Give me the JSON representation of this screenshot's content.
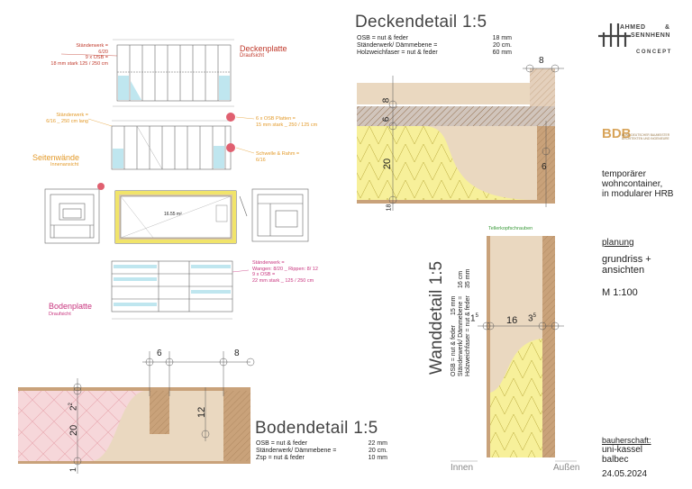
{
  "deckenplatte": {
    "title": "Deckenplatte",
    "subtitle": "Draufsicht",
    "note_lines": [
      "Ständerwerk =",
      "6/20",
      "9 x OSB =",
      "18 mm stark 125 / 250 cm"
    ]
  },
  "seitenwaende": {
    "title": "Seitenwände",
    "subtitle": "Innenansicht",
    "note_left": [
      "Ständerwerk =",
      "6/16 _ 250 cm lang"
    ],
    "note_right_1": [
      "6 x OSB Platten =",
      "15 mm  stark _ 250 / 125 cm"
    ],
    "note_right_2": [
      "Schwelle & Rahm =",
      "6/16"
    ]
  },
  "grundriss": {
    "area_label": "16.55 m²"
  },
  "bodenplatte": {
    "title": "Bodenplatte",
    "subtitle": "Draufsicht",
    "note_lines": [
      "Ständerwerk =",
      "Wangen: 8/20 _ Rippen: 8/ 12",
      "9 x OSB =",
      "22 mm stark _ 125 / 250 cm"
    ]
  },
  "deckendetail": {
    "title": "Deckendetail 1:5",
    "specs": [
      {
        "label": "OSB = nut & feder",
        "value": "18 mm"
      },
      {
        "label": "Ständerwerk/ Dämmebene =",
        "value": "20 cm."
      },
      {
        "label": "Holzweichfaser =  nut & feder",
        "value": "60 mm"
      }
    ],
    "dims": {
      "top": "8",
      "a": "8",
      "b": "6",
      "c": "20",
      "d": "6",
      "bottom": "18"
    }
  },
  "wanddetail": {
    "title": "Wanddetail 1:5",
    "specs": [
      {
        "label": "OSB = nut & feder",
        "value": "15 mm"
      },
      {
        "label": "Ständerwerk/ Dämmebene =",
        "value": "16 cm"
      },
      {
        "label": "Holzweichfaser = nut & feder",
        "value": "35 mm"
      }
    ],
    "screw_label": "Tellerkopfschrauben",
    "dims": {
      "left": "1",
      "left_sup": "5",
      "mid": "16",
      "right": "3",
      "right_sup": "5"
    },
    "inside": "Innen",
    "outside": "Außen"
  },
  "bodendetail": {
    "title": "Bodendetail 1:5",
    "specs": [
      {
        "label": "OSB = nut & feder",
        "value": "22 mm"
      },
      {
        "label": "Ständerwerk/ Dämmebene =",
        "value": "20 cm."
      },
      {
        "label": "Zsp =  nut & feder",
        "value": "10 mm"
      }
    ],
    "dims": {
      "top1": "6",
      "top2": "8",
      "a": "2",
      "a_sup": "2",
      "b": "20",
      "c": "12",
      "d": "1"
    }
  },
  "logo": {
    "line1": "AHMED",
    "amp": "&",
    "line2": "SENNHENN",
    "line3": "CONCEPT"
  },
  "bdb": {
    "line1": "BUND DEUTSCHER BAUMEISTER",
    "line2": "ARCHITEKTEN UND INGENIEURE"
  },
  "project": {
    "lines": [
      "temporärer",
      "wohncontainer,",
      "in modularer HRB"
    ]
  },
  "planung": {
    "label": "planung",
    "lines": [
      "grundriss +",
      "ansichten"
    ],
    "scale": "M  1:100"
  },
  "bauherr": {
    "label": "bauherschaft:",
    "lines": [
      "uni-kassel",
      "balbec"
    ],
    "date": "24.05.2024"
  },
  "colors": {
    "osb": "#e6d3b5",
    "wood": "#c9a27a",
    "insulation": "#f7f09a",
    "board": "#ead8c0",
    "pink_fill": "#f6d7da",
    "blue_glass": "#bfe6ef"
  }
}
